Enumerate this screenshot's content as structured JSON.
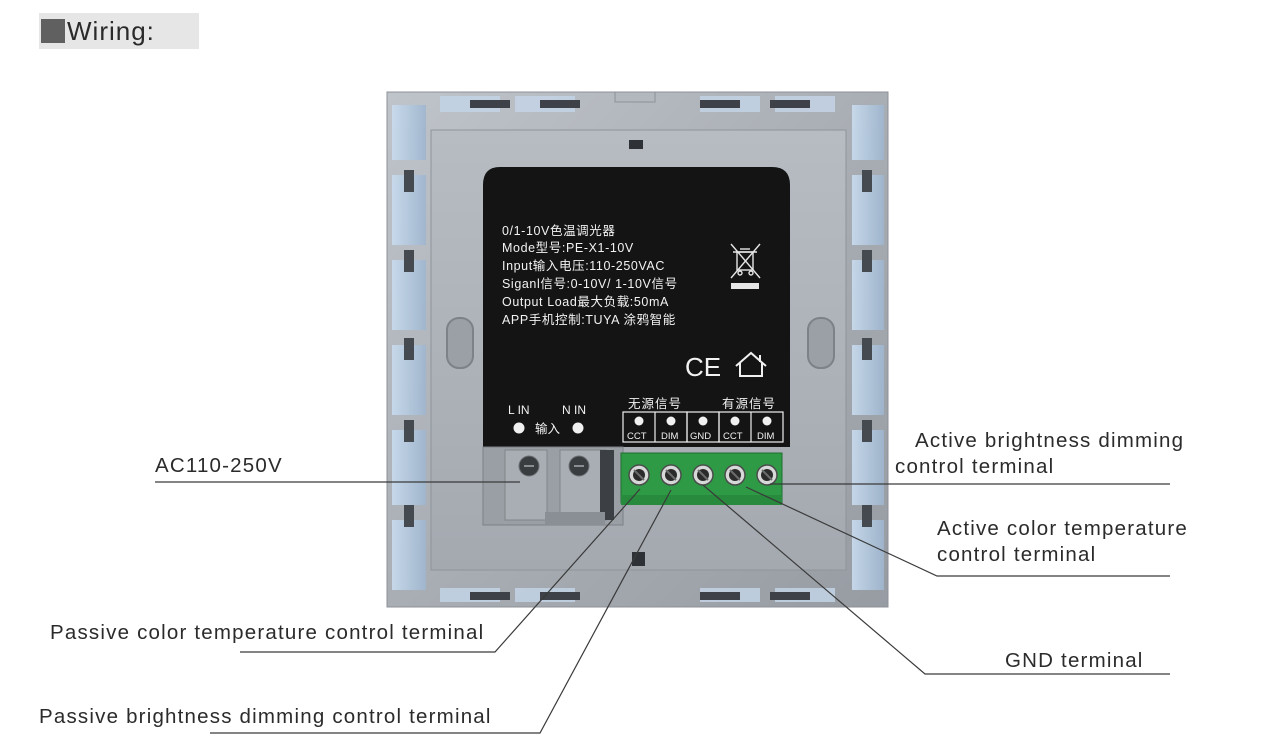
{
  "header": {
    "title": "Wiring:"
  },
  "label": {
    "lines": [
      "0/1-10V色温调光器",
      "Mode型号:PE-X1-10V",
      "Input输入电压:110-250VAC",
      "Siganl信号:0-10V/ 1-10V信号",
      "Output Load最大负载:50mA",
      "APP手机控制:TUYA 涂鸦智能"
    ],
    "ce_mark": "CE",
    "input_l": "L IN",
    "input_n": "N IN",
    "input_caption": "输入",
    "passive_group": "无源信号",
    "active_group": "有源信号",
    "terminals": [
      "CCT",
      "DIM",
      "GND",
      "CCT",
      "DIM"
    ]
  },
  "callouts": {
    "ac": "AC110-250V",
    "active_dim_1": "Active brightness dimming",
    "active_dim_2": "control terminal",
    "active_cct_1": "Active color temperature",
    "active_cct_2": "control terminal",
    "gnd": "GND terminal",
    "passive_cct": "Passive color temperature control  terminal",
    "passive_dim": "Passive brightness dimming control terminal"
  },
  "colors": {
    "panel": "#a7acb2",
    "label": "#141414",
    "terminal": "#2f9a46"
  }
}
